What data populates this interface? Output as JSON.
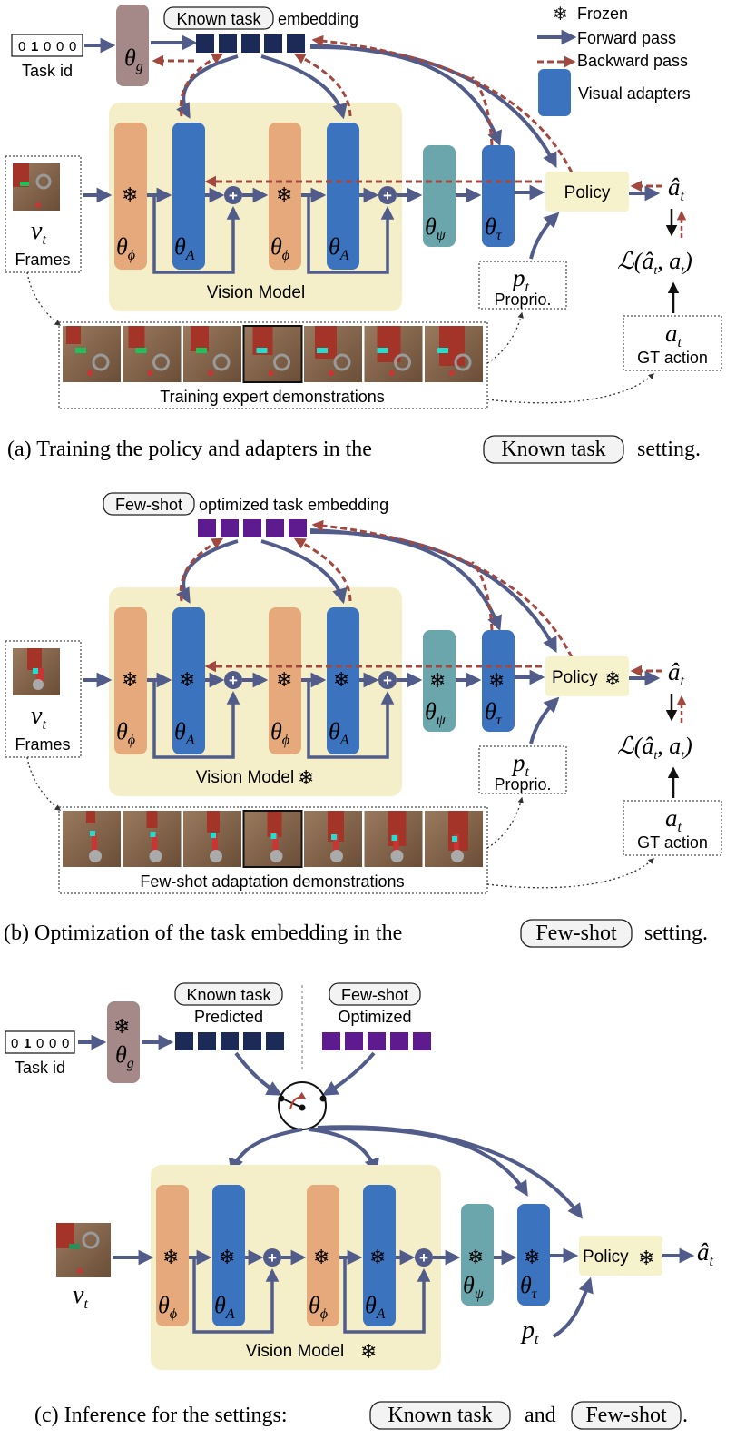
{
  "legend": {
    "frozen": "Frozen",
    "forward": "Forward pass",
    "backward": "Backward pass",
    "adapters": "Visual adapters"
  },
  "colors": {
    "vision_bg": "#f5efc9",
    "frozen_block": "#e5a97b",
    "adapter_block": "#3b73bf",
    "psi_block": "#6aa6ac",
    "g_block": "#a58989",
    "policy_bg": "#f6f2cc",
    "known_embed": "#1c2a57",
    "fewshot_embed": "#5e1a8f",
    "forward_arrow": "#525c8a",
    "backward_arrow": "#a2483f"
  },
  "symbols": {
    "frozen": "❄",
    "plus": "+",
    "theta_g": "θ",
    "g_sub": "g",
    "theta_phi": "θ",
    "phi_sub": "ϕ",
    "theta_A": "θ",
    "A_sub": "A",
    "theta_psi": "θ",
    "psi_sub": "ψ",
    "theta_tau": "θ",
    "tau_sub": "τ",
    "v": "v",
    "p": "p",
    "a": "a",
    "a_hat": "â",
    "t_sub": "t",
    "loss": "ℒ(â",
    "loss_mid": ", a",
    "loss_end": ")"
  },
  "panel_a": {
    "task_id_bits": [
      "0",
      "1",
      "0",
      "0",
      "0"
    ],
    "task_id_label": "Task id",
    "known_task_tag": "Known task",
    "embedding_label": "embedding",
    "frames_label": "Frames",
    "vision_model_label": "Vision Model",
    "policy_label": "Policy",
    "proprio_label": "Proprio.",
    "gt_action_label": "GT action",
    "demos_label": "Training expert demonstrations",
    "caption_pre": "(a) Training the policy and adapters in the",
    "caption_tag": "Known task",
    "caption_post": "setting."
  },
  "panel_b": {
    "fewshot_tag": "Few-shot",
    "embedding_label": "optimized task embedding",
    "frames_label": "Frames",
    "vision_model_label": "Vision Model",
    "policy_label": "Policy",
    "proprio_label": "Proprio.",
    "gt_action_label": "GT action",
    "demos_label": "Few-shot adaptation demonstrations",
    "caption_pre": "(b) Optimization of the task embedding in the",
    "caption_tag": "Few-shot",
    "caption_post": "setting."
  },
  "panel_c": {
    "task_id_bits": [
      "0",
      "1",
      "0",
      "0",
      "0"
    ],
    "task_id_label": "Task id",
    "known_task_tag": "Known task",
    "predicted_label": "Predicted",
    "fewshot_tag": "Few-shot",
    "optimized_label": "Optimized",
    "vision_model_label": "Vision Model",
    "policy_label": "Policy",
    "caption_pre": "(c) Inference for the settings:",
    "caption_tag1": "Known task",
    "caption_and": "and",
    "caption_tag2": "Few-shot",
    "caption_end": "."
  }
}
